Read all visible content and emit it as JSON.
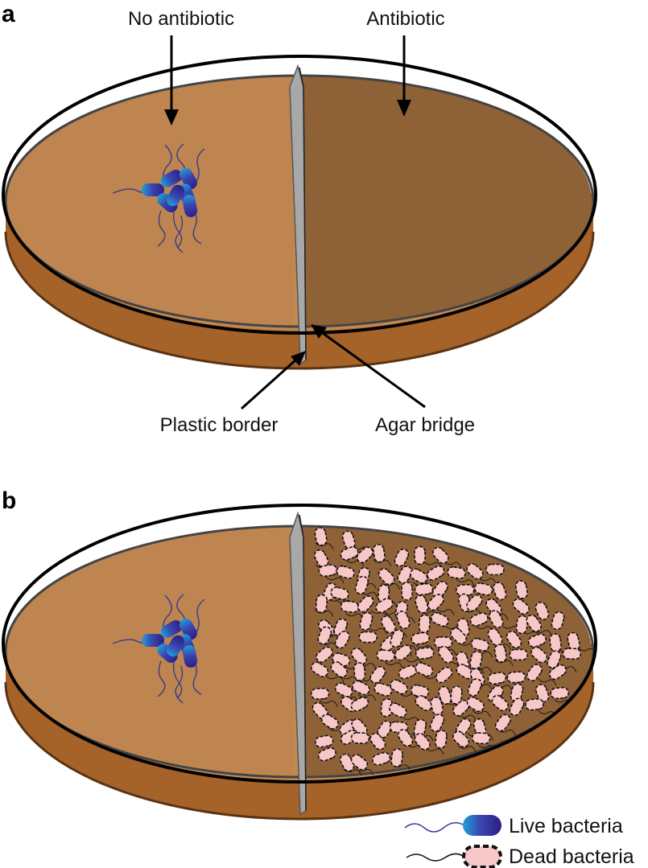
{
  "panels": [
    {
      "letter": "a"
    },
    {
      "letter": "b"
    }
  ],
  "labels": {
    "no_antibiotic": "No antibiotic",
    "antibiotic": "Antibiotic",
    "plastic_border": "Plastic border",
    "agar_bridge": "Agar bridge"
  },
  "legend": {
    "live": "Live bacteria",
    "dead": "Dead bacteria"
  },
  "colors": {
    "agar_left": "#BF8550",
    "agar_right": "#8E6137",
    "dish_side": "#A5632A",
    "live_bacteria": "#3A2A8C",
    "live_tip": "#1FA0D8",
    "dead_bacteria": "#F8C8C8"
  }
}
